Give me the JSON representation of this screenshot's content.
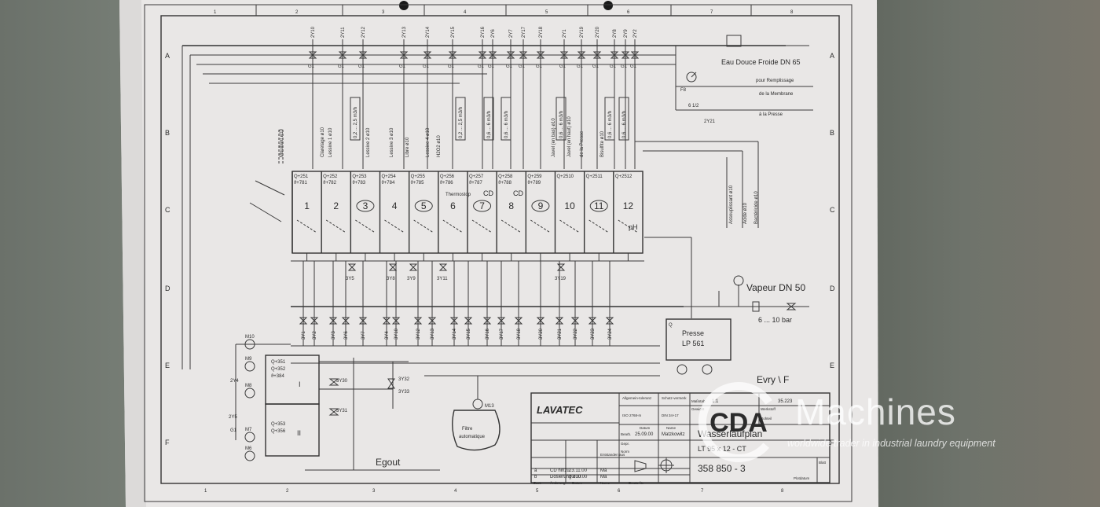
{
  "frame": {
    "columns": [
      "1",
      "2",
      "3",
      "4",
      "5",
      "6",
      "7",
      "8"
    ],
    "rows": [
      "A",
      "B",
      "C",
      "D",
      "E",
      "F"
    ]
  },
  "supply": {
    "water": "Eau Douce Froide DN 65",
    "membrane_1": "pour Remplissage",
    "membrane_2": "de la Membrane",
    "presse": "à la Presse",
    "f8": "F8",
    "valve": "2Y21",
    "size": "6 1/2"
  },
  "top_valves": [
    "2Y10",
    "2Y11",
    "2Y12",
    "2Y13",
    "2Y14",
    "2Y15",
    "2Y16",
    "2Y6",
    "2Y7",
    "2Y17",
    "2Y18",
    "2Y1",
    "2Y19",
    "2Y20",
    "2Y8",
    "2Y9",
    "2Y2"
  ],
  "upper_labels": [
    "Mouillant ø10",
    "Claretage ø10",
    "Lessive 1 ø10",
    "Lessive 2 ø10",
    "Lessive 3 ø10",
    "Libre ø10",
    "Lessive 4 ø10",
    "H2O2 ø10",
    "Javel (en bas) ø10",
    "Javel (en haut) ø10",
    "de la Presse",
    "Bisulfite ø10",
    "Assouplissant ø10",
    "Acide ø10",
    "Bactéricide ø10"
  ],
  "flow_labels": [
    "0,2 ... 2,5 m3/h",
    "0,6 ... 6 m3/h"
  ],
  "compartments": [
    {
      "num": "1",
      "circled": false,
      "q": "Q+251",
      "t": "ϑ+781"
    },
    {
      "num": "2",
      "circled": false,
      "q": "Q+252",
      "t": "ϑ+782"
    },
    {
      "num": "3",
      "circled": true,
      "q": "Q+253",
      "t": "ϑ+783"
    },
    {
      "num": "4",
      "circled": false,
      "q": "Q+254",
      "t": "ϑ+784"
    },
    {
      "num": "5",
      "circled": true,
      "q": "Q+255",
      "t": "ϑ+785"
    },
    {
      "num": "6",
      "circled": false,
      "q": "Q+256",
      "t": "ϑ+786"
    },
    {
      "num": "7",
      "circled": true,
      "q": "Q+257",
      "t": "ϑ+787"
    },
    {
      "num": "8",
      "circled": false,
      "q": "Q+258",
      "t": "ϑ+788"
    },
    {
      "num": "9",
      "circled": true,
      "q": "Q+259",
      "t": "ϑ+789"
    },
    {
      "num": "10",
      "circled": false,
      "q": "Q+2510",
      "t": ""
    },
    {
      "num": "11",
      "circled": true,
      "q": "Q+2511",
      "t": ""
    },
    {
      "num": "12",
      "circled": false,
      "q": "Q+2512",
      "t": ""
    }
  ],
  "compartment_extras": {
    "thermostop": "Thermostop",
    "cd1": "CD",
    "cd2": "CD",
    "ph": "pH"
  },
  "middle_valves": [
    "3Y5",
    "3Y8",
    "3Y9",
    "3Y11",
    "3Y19"
  ],
  "lower_valves": [
    "3Y1",
    "3Y2",
    "3Y3",
    "3Y6",
    "3Y7",
    "3Y4",
    "3Y10",
    "3Y12",
    "3Y13",
    "3Y14",
    "3Y15",
    "3Y16",
    "3Y17",
    "3Y18",
    "3Y20",
    "3Y21",
    "3Y22",
    "3Y23",
    "3Y24"
  ],
  "steam": {
    "label": "Vapeur DN 50",
    "pressure": "6 ... 10 bar"
  },
  "presse": {
    "name": "Presse",
    "model": "LP 561",
    "q": "Q"
  },
  "tanks": {
    "tank1": {
      "name": "I",
      "lines": [
        "Q+351",
        "Q+352",
        "ϑ+384"
      ]
    },
    "tank2": {
      "name": "II",
      "lines": [
        "Q+353",
        "Q+356"
      ]
    },
    "valves": [
      "3Y30",
      "3Y31",
      "3Y32",
      "3Y33",
      "2Y4",
      "2Y5",
      "G1"
    ],
    "motors": [
      "M10",
      "M9",
      "M8",
      "M7",
      "M6"
    ]
  },
  "filter": {
    "line1": "Filtre",
    "line2": "automatique",
    "motor": "M13"
  },
  "egout": "Egout",
  "evry": "Evry  \\ F",
  "title_block": {
    "brand": "LAVATEC",
    "title": "Wasserlaufplan",
    "subtitle": "LT 95 x 12 - CT",
    "drawing_no": "358 850 - 3",
    "date": "25.09.00",
    "author": "Matzkowitz",
    "rev_a": "CD hinzu",
    "rev_b": "Dosierung ø10",
    "date_a": "23.11.00",
    "date_b": "30.10.00",
    "sheet_ref": "35.223",
    "scale": "1:1",
    "f_kw": "Allgemein-toleranz",
    "f_std": "ISO 2768-m",
    "f_surf": "Schutz-vermerk",
    "f_din": "DIN 34+17",
    "f_datum": "Datum",
    "f_name": "Name",
    "f_bearb": "Bearb.",
    "f_gepr": "Gepr.",
    "f_norm": "Norm",
    "f_massstab": "Maßstab",
    "f_gew": "Gewicht",
    "f_werkstoff": "Werkstoff",
    "f_rohteil": "Rohteil",
    "f_aenderung": "Änderung",
    "f_zust": "Zust.",
    "f_ersatz": "Ersatz für",
    "f_entst": "Entstanden aus",
    "f_blatt": "Blatt",
    "f_plotdatum": "Plotdatum",
    "f_datum2": "Datum",
    "f_name2": "Name",
    "f_index_a": "a",
    "f_index_b": "b",
    "name_a": "Ma",
    "name_b": "Ma"
  },
  "watermark": {
    "logo_letters": "CDA",
    "name": "Machines",
    "tagline": "worldwide trader in industrial laundry equipment"
  }
}
